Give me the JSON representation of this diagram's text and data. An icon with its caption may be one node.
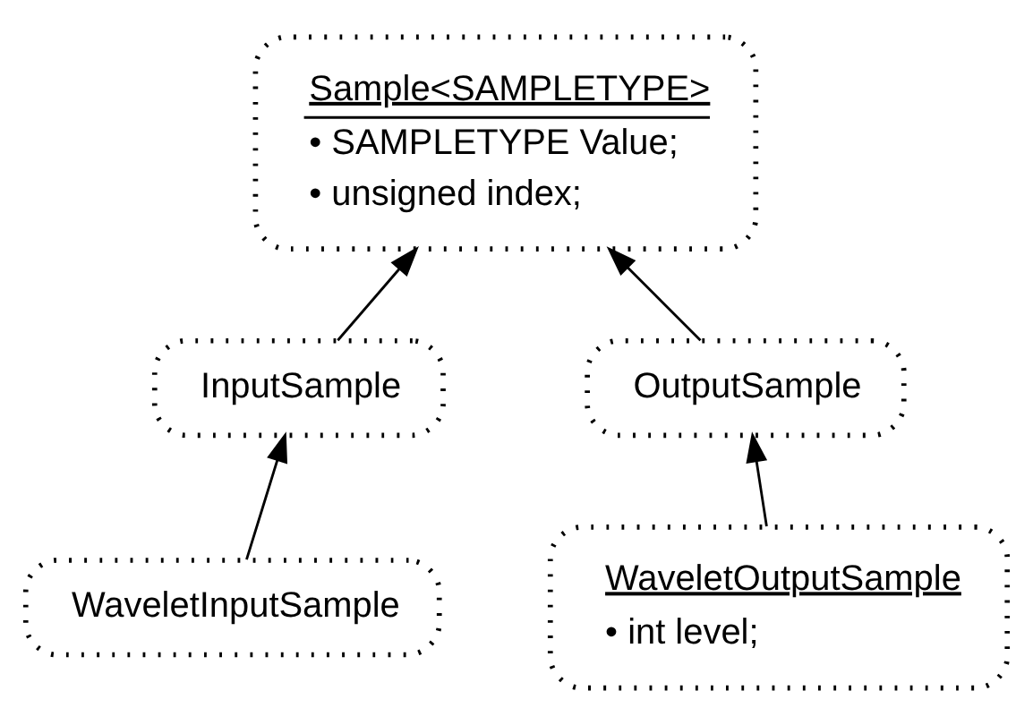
{
  "diagram": {
    "nodes": [
      {
        "text": [
          "Sample<SAMPLETYPE>",
          "• SAMPLETYPE Value;",
          "• unsigned index;"
        ]
      },
      {
        "text": [
          "InputSample"
        ]
      },
      {
        "text": [
          "OutputSample"
        ]
      },
      {
        "text": [
          "WaveletInputSample"
        ]
      },
      {
        "text": [
          "WaveletOutputSample",
          "• int level;"
        ]
      }
    ],
    "edges": [
      {
        "from": 1,
        "to": 0,
        "arrow": "to"
      },
      {
        "from": 2,
        "to": 0,
        "arrow": "to"
      },
      {
        "from": 3,
        "to": 1,
        "arrow": "to"
      },
      {
        "from": 4,
        "to": 2,
        "arrow": "to"
      }
    ]
  }
}
